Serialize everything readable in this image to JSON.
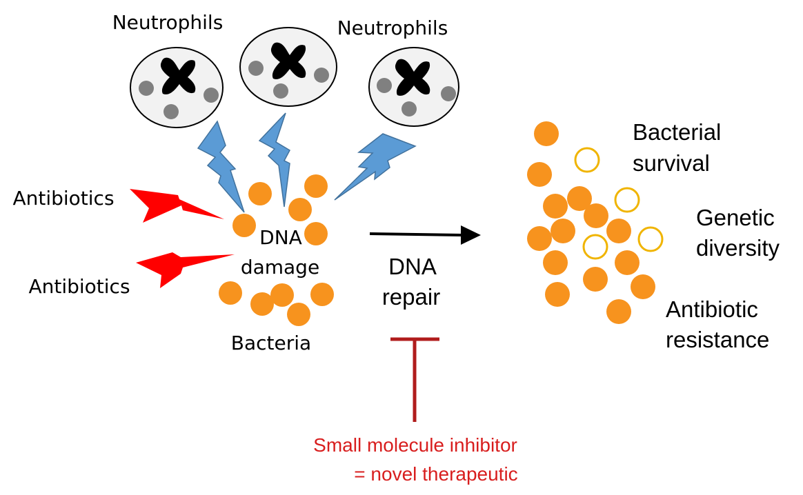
{
  "labels": {
    "neutrophils_left": "Neutrophils",
    "neutrophils_right": "Neutrophils",
    "antibiotics_top": "Antibiotics",
    "antibiotics_bottom": "Antibiotics",
    "dna_damage_line1": "DNA",
    "dna_damage_line2": "damage",
    "bacteria": "Bacteria",
    "dna_repair_line1": "DNA",
    "dna_repair_line2": "repair",
    "bacterial_survival_line1": "Bacterial",
    "bacterial_survival_line2": "survival",
    "genetic_diversity_line1": "Genetic",
    "genetic_diversity_line2": "diversity",
    "antibiotic_resistance_line1": "Antibiotic",
    "antibiotic_resistance_line2": "resistance",
    "inhibitor_line1": "Small molecule inhibitor",
    "inhibitor_line2": "= novel therapeutic"
  },
  "colors": {
    "bacterium": "#f7931e",
    "mutant_bacterium_outline": "#f0b400",
    "neutrophil_granule": "#808080",
    "neutrophil_nucleus": "#000000",
    "neutrophil_body": "#f2f2f2",
    "neutrophil_attack": "#5b9bd5",
    "antibiotic_attack": "#ff0000",
    "inhibitor": "#b01c1c",
    "inhibitor_text": "#d81e1e"
  },
  "icons": [
    "neutrophil-icon",
    "lightning-bolt-icon",
    "bacterium-icon",
    "arrow-right-icon",
    "inhibition-bar-icon"
  ]
}
